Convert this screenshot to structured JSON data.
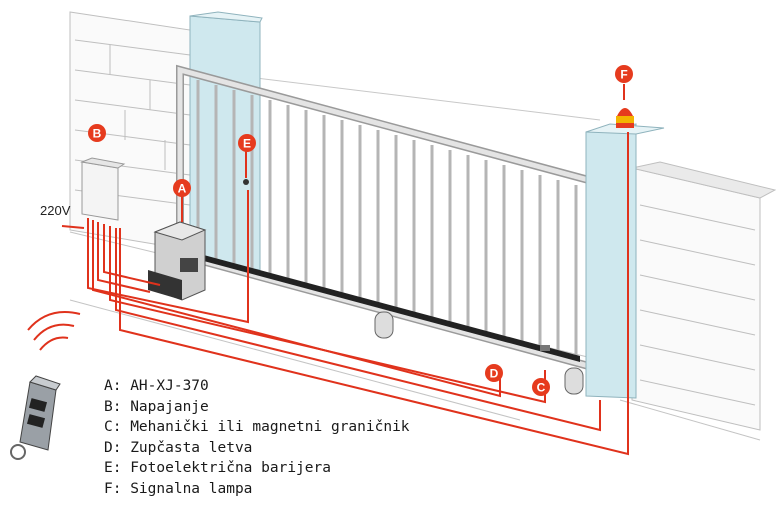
{
  "voltage_label": "220V",
  "markers": [
    {
      "id": "marker-a",
      "letter": "A"
    },
    {
      "id": "marker-b",
      "letter": "B"
    },
    {
      "id": "marker-c",
      "letter": "C"
    },
    {
      "id": "marker-d",
      "letter": "D"
    },
    {
      "id": "marker-e",
      "letter": "E"
    },
    {
      "id": "marker-f",
      "letter": "F"
    }
  ],
  "legend": [
    "A: AH-XJ-370",
    "B: Napajanje",
    "C: Mehanički ili magnetni graničnik",
    "D: Zupčasta letva",
    "E: Fotoelektrična barijera",
    "F: Signalna lampa"
  ],
  "colors": {
    "marker": "#e63b1e",
    "wire": "#e0321c",
    "pillar": "#cfe8ee",
    "gate_frame": "#d6d6d6",
    "motor": "#d0d0d0"
  }
}
